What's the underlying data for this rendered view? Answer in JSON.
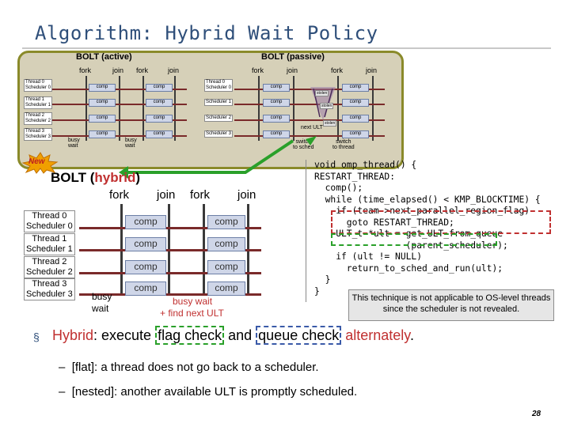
{
  "title": "Algorithm: Hybrid Wait Policy",
  "top_panel": {
    "active_label": "BOLT (active)",
    "passive_label": "BOLT (passive)",
    "fork": "fork",
    "join": "join",
    "comp": "comp",
    "active_threads": [
      "Thread 0\nScheduler 0",
      "Thread 1\nScheduler 1",
      "Thread 2\nScheduler 2",
      "Thread 3\nScheduler 3"
    ],
    "passive_threads": [
      "Thread 0\nScheduler 0",
      "Scheduler 1",
      "Scheduler 2",
      "Scheduler 3"
    ],
    "busy_wait": "busy\nwait",
    "stolen": "stolen",
    "next_ult": "next ULT",
    "switch_to_sched": "switch\nto sched",
    "switch_to_thread": "switch\nto thread"
  },
  "new_badge": "New",
  "hybrid": {
    "label_prefix": "BOLT (",
    "label_hybrid": "hybrid",
    "label_suffix": ")",
    "fork": "fork",
    "join": "join",
    "comp": "comp",
    "threads": [
      {
        "thread": "Thread 0",
        "scheduler": "Scheduler 0"
      },
      {
        "thread": "Thread 1",
        "scheduler": "Scheduler 1"
      },
      {
        "thread": "Thread 2",
        "scheduler": "Scheduler 2"
      },
      {
        "thread": "Thread 3",
        "scheduler": "Scheduler 3"
      }
    ],
    "busy_wait": "busy\nwait",
    "busy_wait_find": "busy wait",
    "find_next": "+ find next ULT"
  },
  "code": [
    "void omp_thread() {",
    "RESTART_THREAD:",
    "  comp();",
    "  while (time_elapsed() < KMP_BLOCKTIME) {",
    "    if (team->next_parallel_region_flag)",
    "      goto RESTART_THREAD;",
    "    ULT_t *ult = get_ULT_from_queue",
    "                 (parent_scheduler);",
    "    if (ult != NULL)",
    "      return_to_sched_and_run(ult);",
    "  }",
    "}"
  ],
  "note": "This technique is not applicable to OS-level threads since the scheduler is not revealed.",
  "bullet": {
    "hybrid": "Hybrid",
    "t1": ": execute ",
    "flag": "flag check",
    "t2": " and ",
    "queue": "queue check",
    "t3": " ",
    "alternately": "alternately",
    "t4": "."
  },
  "sub_bullets": [
    "[flat]: a thread does not go back to a scheduler.",
    "[nested]: another available ULT is promptly scheduled."
  ],
  "page_number": "28",
  "colors": {
    "title": "#2f4f7a",
    "panel_bg": "#d6d0b8",
    "panel_border": "#8a8a2a",
    "comp_bg": "#cfd6e8",
    "green": "#2aa02a",
    "red": "#c03030",
    "blue": "#3a5aa8"
  }
}
